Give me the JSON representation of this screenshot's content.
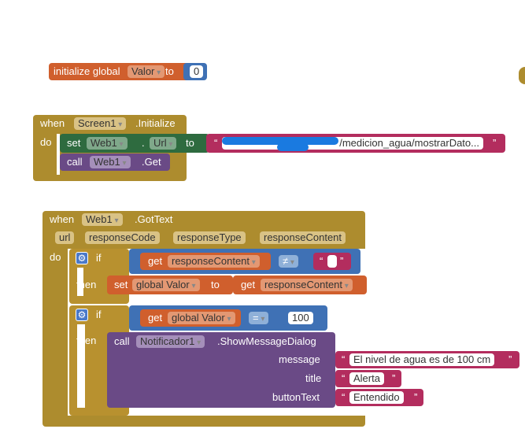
{
  "init": {
    "label": "initialize global",
    "name": "Valor",
    "to": "to",
    "value": "0"
  },
  "screen_init": {
    "when": "when",
    "component": "Screen1",
    "event": ".Initialize",
    "do": "do",
    "set": "set",
    "set_component": "Web1",
    "dot": ".",
    "property": "Url",
    "to": "to",
    "url_text": "/medicion_agua/mostrarDato...",
    "call": "call",
    "call_component": "Web1",
    "method": ".Get",
    "quote_open": "“",
    "quote_close": "”"
  },
  "got_text": {
    "when": "when",
    "component": "Web1",
    "event": ".GotText",
    "params": [
      "url",
      "responseCode",
      "responseType",
      "responseContent"
    ],
    "do": "do",
    "if1": {
      "if": "if",
      "get": "get",
      "var": "responseContent",
      "op": "≠",
      "then": "then",
      "set": "set",
      "set_var": "global Valor",
      "to": "to",
      "get2": "get",
      "var2": "responseContent"
    },
    "if2": {
      "if": "if",
      "get": "get",
      "var": "global Valor",
      "op": "=",
      "number": "100",
      "then": "then",
      "call": "call",
      "component": "Notificador1",
      "method": ".ShowMessageDialog",
      "args": [
        {
          "label": "message",
          "value": "El nivel de agua es de 100 cm"
        },
        {
          "label": "title",
          "value": "Alerta"
        },
        {
          "label": "buttonText",
          "value": "Entendido"
        }
      ]
    }
  },
  "colors": {
    "variable": "#d05f2d",
    "math": "#3f71b5",
    "event": "#ad8c2e",
    "text": "#b32d5e",
    "procedure": "#6a4a86",
    "component_set": "#2e6b3f"
  }
}
